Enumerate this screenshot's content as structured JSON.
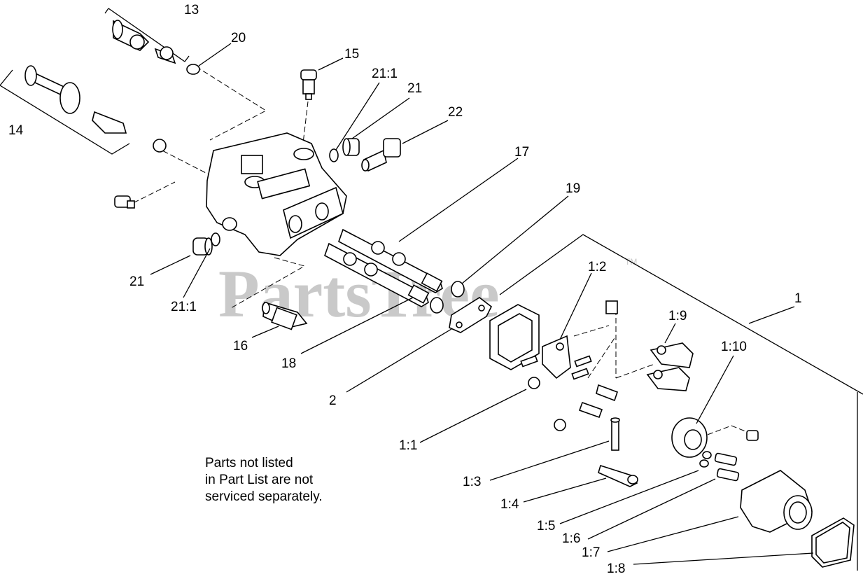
{
  "watermark": {
    "text": "PartsTree",
    "trademark": "TM"
  },
  "callouts": {
    "c13": "13",
    "c20": "20",
    "c14": "14",
    "c15": "15",
    "c21_1_top": "21:1",
    "c21_top": "21",
    "c22": "22",
    "c17": "17",
    "c19": "19",
    "c21_left": "21",
    "c21_1_left": "21:1",
    "c16": "16",
    "c18": "18",
    "c2": "2",
    "c1_2": "1:2",
    "c1": "1",
    "c1_9": "1:9",
    "c1_10": "1:10",
    "c1_1": "1:1",
    "c1_3": "1:3",
    "c1_4": "1:4",
    "c1_5": "1:5",
    "c1_6": "1:6",
    "c1_7": "1:7",
    "c1_8": "1:8"
  },
  "note": {
    "line1": "Parts not listed",
    "line2": "in Part List are not",
    "line3": "serviced separately."
  }
}
